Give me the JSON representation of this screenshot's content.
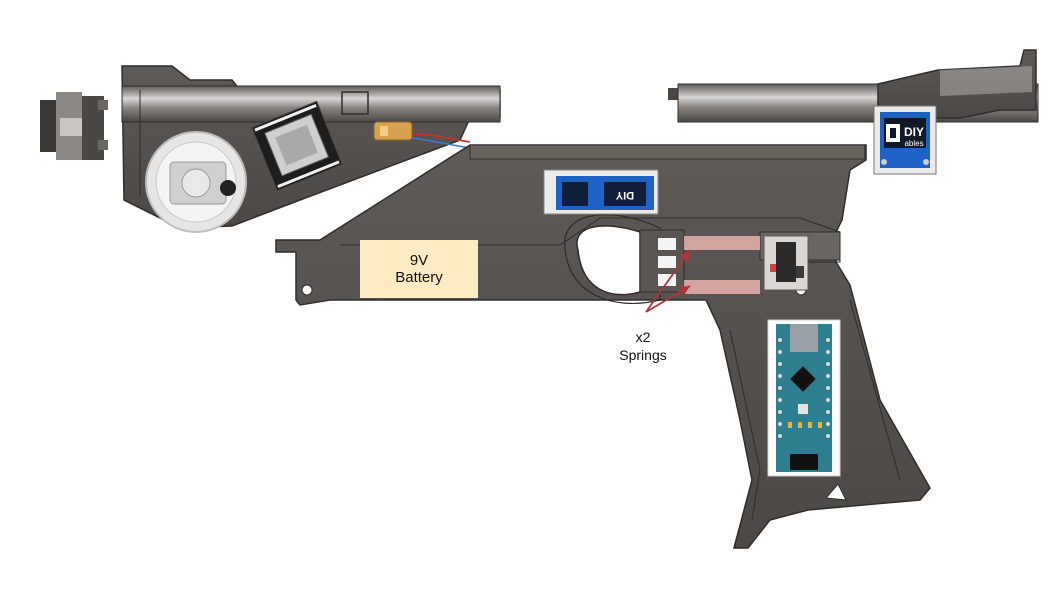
{
  "labels": {
    "battery_line1": "9V",
    "battery_line2": "Battery",
    "springs_count": "x2",
    "springs_name": "Springs"
  },
  "modules": {
    "oled_brand_top": "DIY",
    "oled_brand_bottom": "ables"
  },
  "colors": {
    "body": "#565250",
    "body_edge": "#2f2c2b",
    "barrel": "#807c79",
    "battery_fill": "#fcebc2",
    "spring": "#e8b2ad",
    "arrow": "#b0343a",
    "pcb": "#2d7f8f",
    "oled": "#1e62c8"
  }
}
